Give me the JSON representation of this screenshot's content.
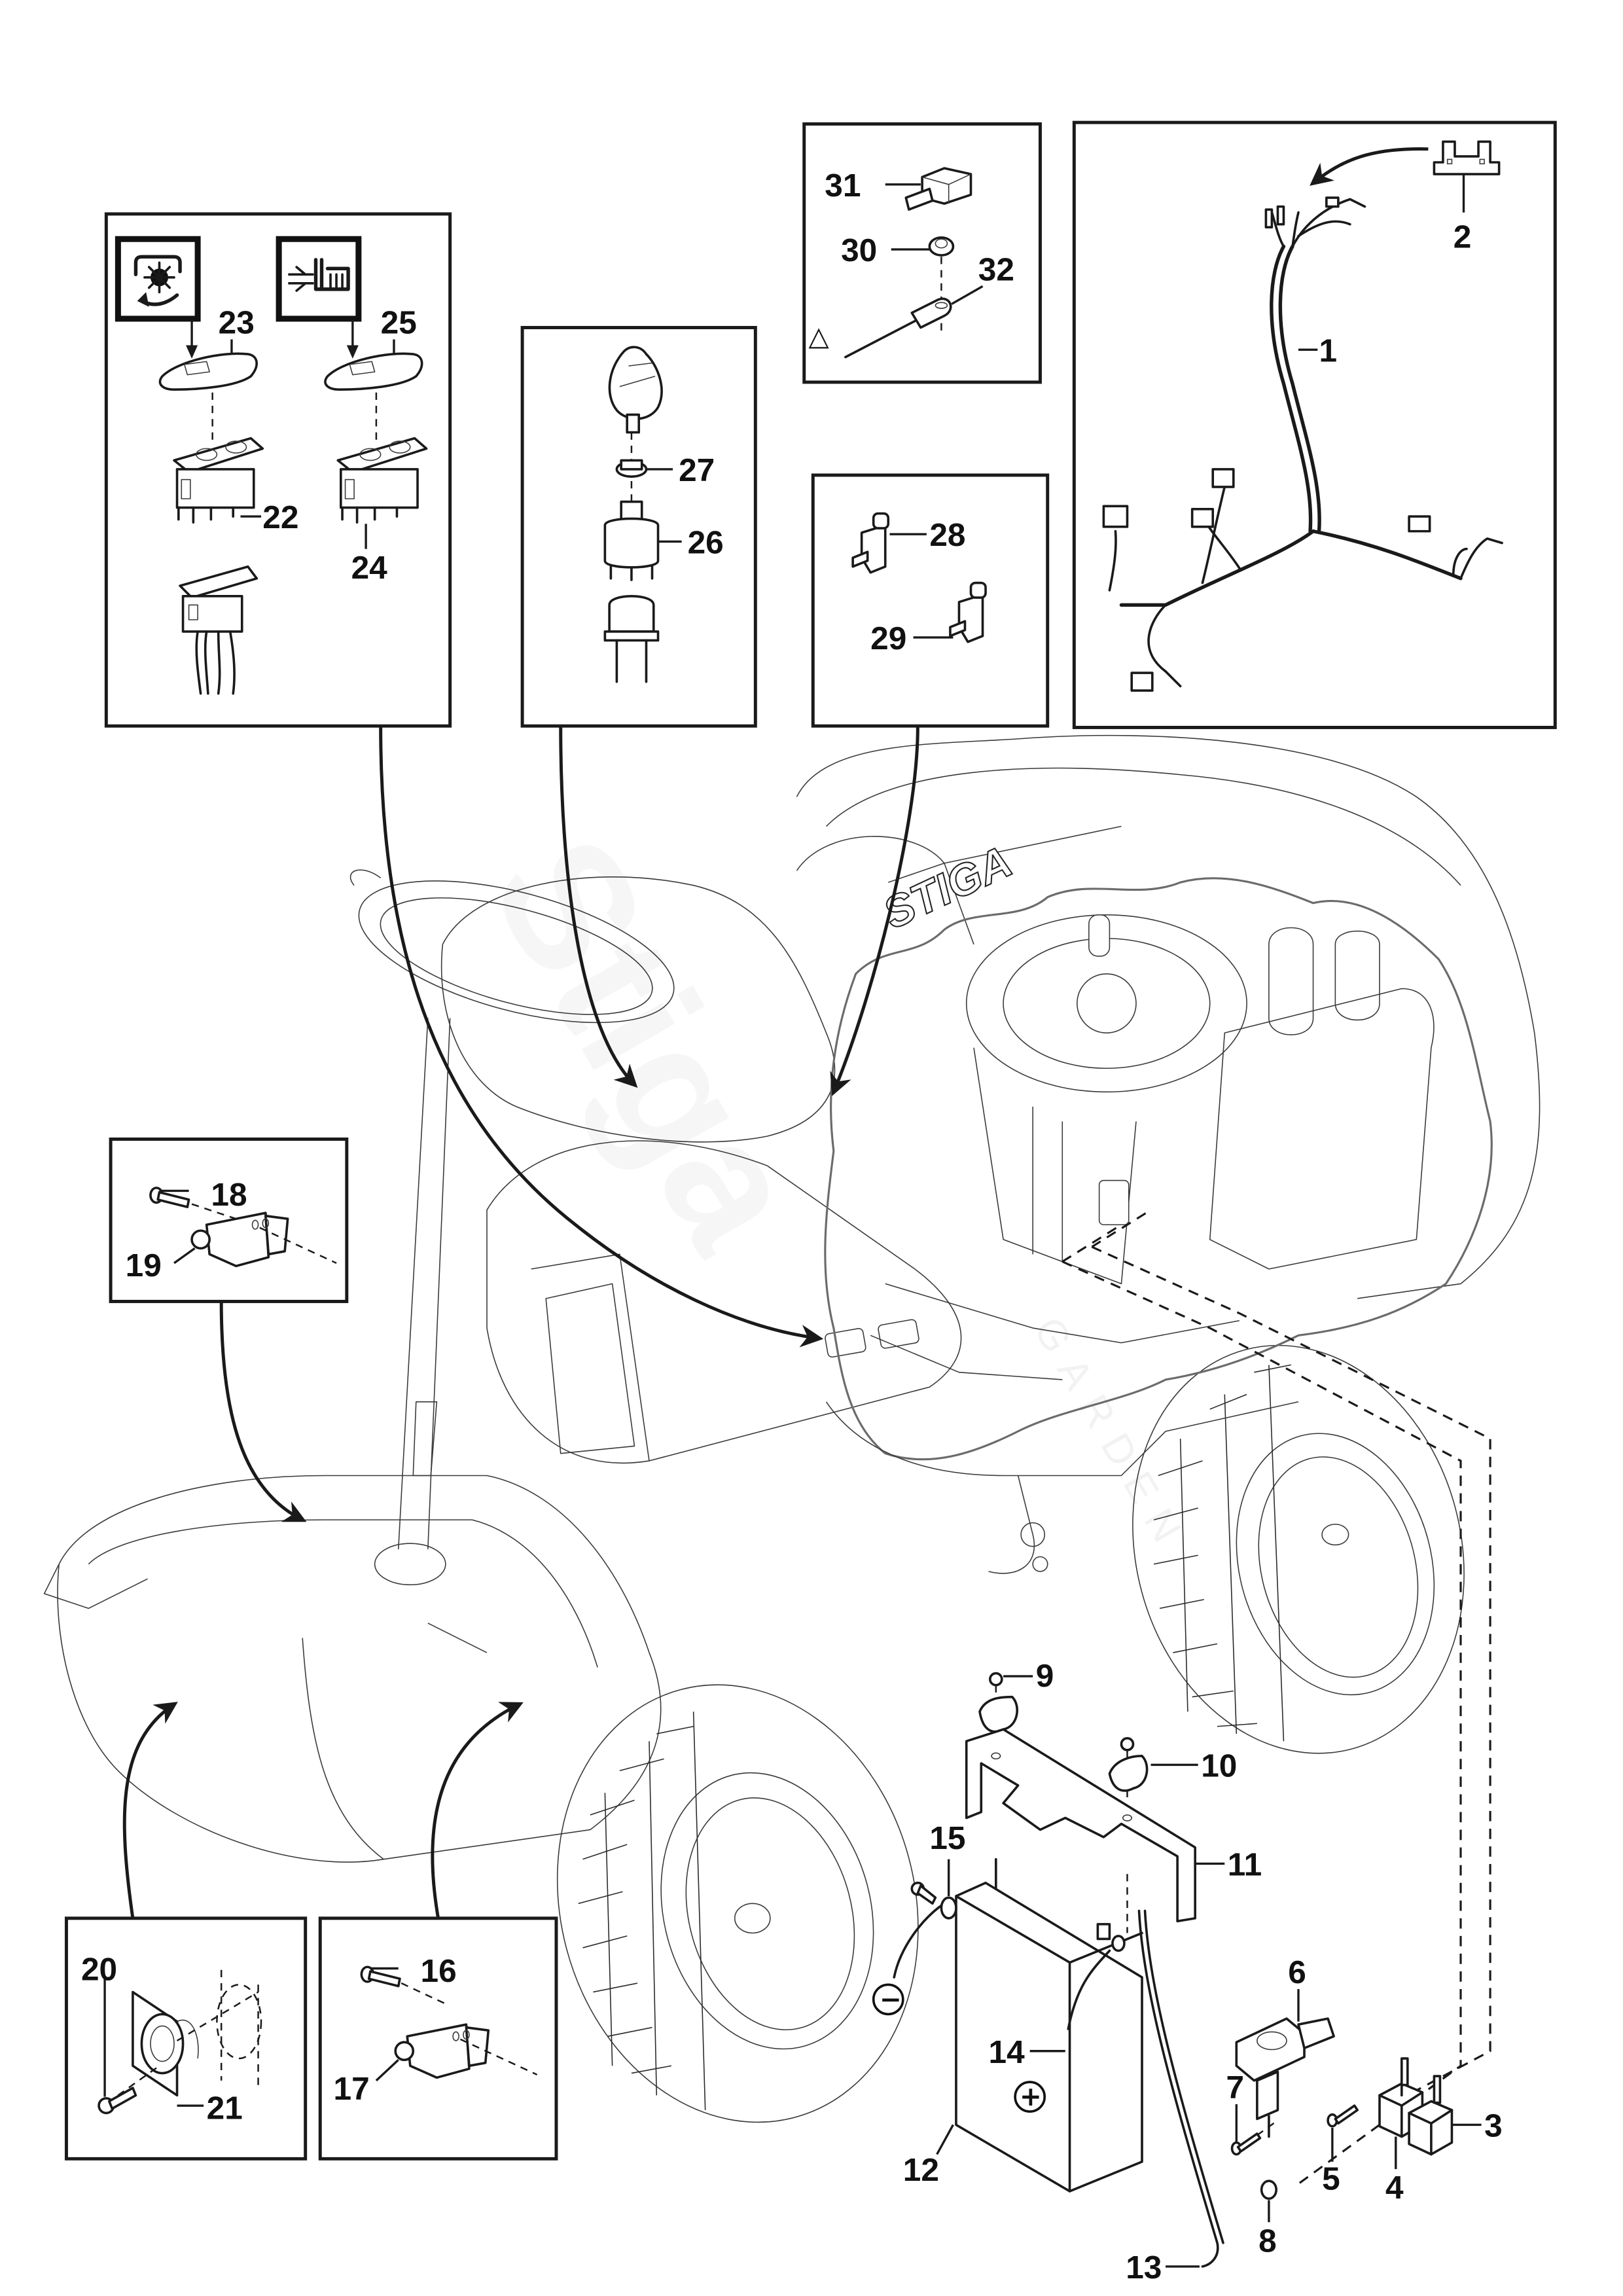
{
  "diagram": {
    "type": "exploded parts diagram",
    "subject": "Ride-on lawn mower electrical system",
    "brand_on_machine": "STIGA",
    "watermark": {
      "main": "Stiga",
      "sub": "GARDEN"
    }
  },
  "callouts": {
    "c1": "1",
    "c2": "2",
    "c3": "3",
    "c4": "4",
    "c5": "5",
    "c6": "6",
    "c7": "7",
    "c8": "8",
    "c9": "9",
    "c10": "10",
    "c11": "11",
    "c12": "12",
    "c13": "13",
    "c14": "14",
    "c15": "15",
    "c16": "16",
    "c17": "17",
    "c18": "18",
    "c19": "19",
    "c20": "20",
    "c21": "21",
    "c22": "22",
    "c23": "23",
    "c24": "24",
    "c25": "25",
    "c26": "26",
    "c27": "27",
    "c28": "28",
    "c29": "29",
    "c30": "30",
    "c31": "31",
    "c32": "32"
  },
  "inset_boxes": [
    {
      "id": "switches",
      "parts": [
        "22",
        "23",
        "24",
        "25"
      ],
      "symbols": [
        "cutting-deck-engage-symbol",
        "cutting-height-symbol"
      ]
    },
    {
      "id": "ignition",
      "parts": [
        "26",
        "27"
      ]
    },
    {
      "id": "battery-terminal",
      "parts": [
        "30",
        "31",
        "32"
      ],
      "note_symbol": "triangle"
    },
    {
      "id": "wiring-harness",
      "parts": [
        "1",
        "2"
      ]
    },
    {
      "id": "safety-switches",
      "parts": [
        "28",
        "29"
      ]
    },
    {
      "id": "seat-switch",
      "parts": [
        "18",
        "19"
      ]
    },
    {
      "id": "socket",
      "parts": [
        "20",
        "21"
      ]
    },
    {
      "id": "pedal-switch",
      "parts": [
        "16",
        "17"
      ]
    }
  ],
  "battery": {
    "negative_sign": "−",
    "positive_sign": "+"
  },
  "triangle_symbol": "△"
}
